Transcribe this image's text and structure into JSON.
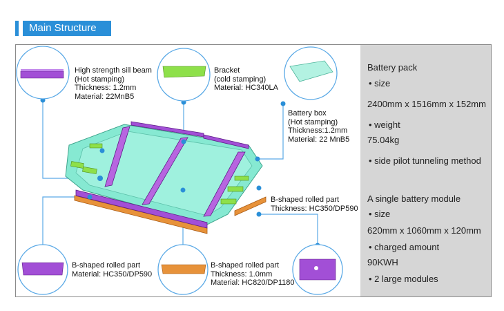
{
  "header": {
    "title": "Main Structure"
  },
  "callouts": {
    "sill_beam": {
      "lines": [
        "High strength sill beam",
        "(Hot stamping)",
        "Thickness: 1.2mm",
        "Material: 22MnB5"
      ]
    },
    "bracket": {
      "lines": [
        "Bracket",
        "(cold stamping)",
        "Material:  HC340LA"
      ]
    },
    "battery_box": {
      "lines": [
        "Battery box",
        "(Hot stamping)",
        "Thickness:1.2mm",
        "Material: 22 MnB5"
      ]
    },
    "b_right": {
      "lines": [
        "B-shaped rolled part",
        "Thickness: HC350/DP590"
      ]
    },
    "b_bottom_left": {
      "lines": [
        "B-shaped rolled part",
        "Material: HC350/DP590"
      ]
    },
    "b_bottom_mid": {
      "lines": [
        "B-shaped rolled part",
        "Thickness: 1.0mm",
        "Material: HC820/DP1180"
      ]
    }
  },
  "specs": {
    "pack_title": "Battery pack",
    "size_label": "size",
    "pack_size": "2400mm x 1516mm x 152mm",
    "weight_label": "weight",
    "pack_weight": "75.04kg",
    "method": "side pilot tunneling method",
    "module_title": "A single battery module",
    "module_size_label": "size",
    "module_size": "620mm x 1060mm x 120mm",
    "charged_label": "charged amount",
    "charged_value": "90KWH",
    "modules": "2 large modules"
  },
  "colors": {
    "accent": "#2a8fd8",
    "purple": "#a24fd6",
    "teal": "#7fe6cc",
    "green": "#8ee04a",
    "orange": "#e7923a",
    "panel": "#d6d6d6"
  }
}
